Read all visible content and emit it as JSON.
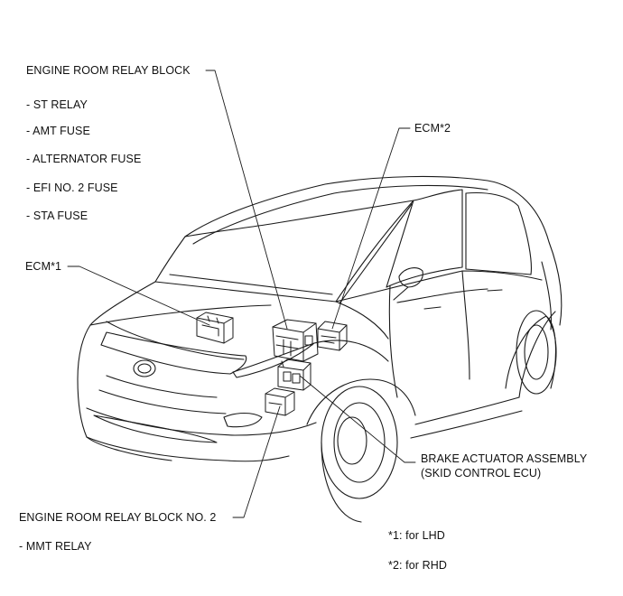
{
  "callouts": {
    "engine_room_relay_block": {
      "title": "ENGINE ROOM RELAY BLOCK",
      "items": [
        "- ST RELAY",
        "- AMT FUSE",
        "- ALTERNATOR FUSE",
        "- EFI NO. 2 FUSE",
        "- STA FUSE"
      ]
    },
    "ecm_1": "ECM*1",
    "ecm_2": "ECM*2",
    "brake_actuator": {
      "line1": "BRAKE ACTUATOR ASSEMBLY",
      "line2": "(SKID CONTROL ECU)"
    },
    "engine_room_relay_block_no2": {
      "title": "ENGINE ROOM RELAY BLOCK NO. 2",
      "items": [
        "- MMT RELAY"
      ]
    }
  },
  "notes": [
    "*1: for LHD",
    "*2: for RHD"
  ]
}
